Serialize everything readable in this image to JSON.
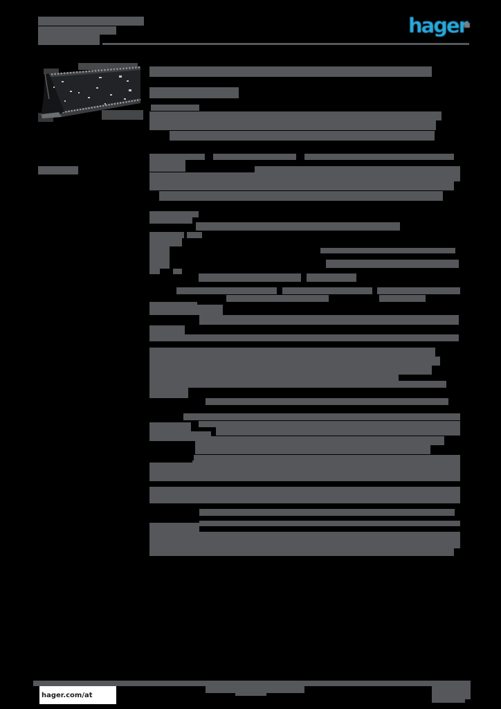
{
  "page": {
    "background": "#000000",
    "bar_color": "#55575A",
    "description": "Hager product datasheet page, text blurred/illegible (redacted grey bars on black)"
  },
  "header": {
    "logo_text": "hager",
    "logo_color": "#29A8DC",
    "logo_mark_color": "#7B7D80",
    "rule_color": "#55575A"
  },
  "product": {
    "image_alt": "dark perforated steel mounting rail profile, perspective view"
  },
  "footer": {
    "website": "hager.com/at",
    "box_bg": "#FFFFFF",
    "text_color": "#1B1D1F",
    "bar_color": "#55575A"
  },
  "redacted_sections": [
    {
      "name": "header-title",
      "bars": [
        [
          55,
          24,
          153,
          13
        ],
        [
          55,
          38,
          113,
          12
        ],
        [
          55,
          50,
          89,
          15
        ]
      ]
    },
    {
      "name": "margin-note",
      "bars": [
        [
          55,
          240,
          58,
          12
        ]
      ]
    },
    {
      "name": "product-title",
      "bars": [
        [
          216,
          96,
          408,
          15
        ]
      ]
    },
    {
      "name": "product-subtitle",
      "bars": [
        [
          216,
          126,
          129,
          16
        ]
      ]
    },
    {
      "name": "features-heading",
      "bars": [
        [
          218,
          151,
          70,
          9
        ]
      ]
    },
    {
      "name": "features-paragraph",
      "bars": [
        [
          216,
          161,
          422,
          13
        ],
        [
          216,
          174,
          414,
          14
        ],
        [
          245,
          189,
          383,
          14
        ]
      ]
    },
    {
      "name": "description-block",
      "bars": [
        [
          216,
          222,
          80,
          9
        ],
        [
          308,
          222,
          120,
          9
        ],
        [
          440,
          222,
          216,
          9
        ],
        [
          216,
          231,
          52,
          17
        ],
        [
          368,
          240,
          297,
          9
        ],
        [
          216,
          249,
          449,
          13
        ],
        [
          216,
          262,
          440,
          13
        ],
        [
          230,
          276,
          410,
          14
        ]
      ]
    },
    {
      "name": "spec-block-1",
      "bars": [
        [
          216,
          305,
          71,
          9
        ],
        [
          216,
          314,
          62,
          9
        ],
        [
          283,
          321,
          295,
          12
        ],
        [
          216,
          335,
          50,
          9
        ],
        [
          270,
          335,
          22,
          9
        ]
      ]
    },
    {
      "name": "spec-block-2",
      "bars": [
        [
          216,
          344,
          47,
          12
        ],
        [
          216,
          356,
          29,
          32
        ],
        [
          463,
          358,
          195,
          8
        ],
        [
          471,
          375,
          192,
          12
        ],
        [
          216,
          388,
          15,
          8
        ],
        [
          250,
          388,
          13,
          8
        ],
        [
          287,
          395,
          148,
          12
        ],
        [
          443,
          395,
          72,
          12
        ],
        [
          255,
          415,
          145,
          10
        ],
        [
          408,
          415,
          130,
          10
        ],
        [
          545,
          415,
          120,
          10
        ],
        [
          327,
          426,
          148,
          10
        ],
        [
          548,
          426,
          67,
          10
        ],
        [
          216,
          436,
          69,
          10
        ]
      ]
    },
    {
      "name": "spec-block-3",
      "bars": [
        [
          216,
          440,
          106,
          15
        ],
        [
          288,
          455,
          375,
          14
        ],
        [
          216,
          470,
          51,
          23
        ],
        [
          265,
          483,
          398,
          10
        ],
        [
          216,
          502,
          413,
          13
        ],
        [
          216,
          515,
          420,
          13
        ],
        [
          216,
          528,
          408,
          13
        ],
        [
          216,
          541,
          360,
          12
        ],
        [
          216,
          550,
          429,
          10
        ]
      ]
    },
    {
      "name": "spec-block-4",
      "bars": [
        [
          216,
          560,
          56,
          15
        ],
        [
          297,
          575,
          351,
          10
        ],
        [
          265,
          597,
          400,
          10
        ],
        [
          287,
          608,
          378,
          9
        ],
        [
          216,
          610,
          60,
          13
        ],
        [
          216,
          623,
          89,
          14
        ],
        [
          312,
          617,
          353,
          12
        ],
        [
          282,
          630,
          360,
          13
        ],
        [
          282,
          643,
          340,
          13
        ],
        [
          280,
          657,
          385,
          11
        ],
        [
          216,
          668,
          62,
          27
        ],
        [
          278,
          665,
          387,
          15
        ],
        [
          278,
          680,
          387,
          15
        ]
      ]
    },
    {
      "name": "spec-block-5",
      "bars": [
        [
          216,
          703,
          449,
          12
        ],
        [
          216,
          715,
          449,
          12
        ],
        [
          288,
          735,
          369,
          10
        ],
        [
          288,
          752,
          377,
          8
        ],
        [
          216,
          755,
          72,
          13
        ]
      ]
    },
    {
      "name": "spec-block-6",
      "bars": [
        [
          216,
          768,
          449,
          12
        ],
        [
          216,
          780,
          449,
          12
        ],
        [
          216,
          792,
          440,
          11
        ]
      ]
    },
    {
      "name": "footer-rule",
      "bars": [
        [
          48,
          983,
          632,
          8
        ]
      ]
    },
    {
      "name": "footer-center-text",
      "bars": [
        [
          297,
          990,
          143,
          11
        ],
        [
          340,
          1001,
          45,
          4
        ]
      ]
    },
    {
      "name": "footer-page-badge",
      "bars": [
        [
          624,
          991,
          56,
          19
        ],
        [
          624,
          1010,
          48,
          5
        ]
      ]
    }
  ]
}
